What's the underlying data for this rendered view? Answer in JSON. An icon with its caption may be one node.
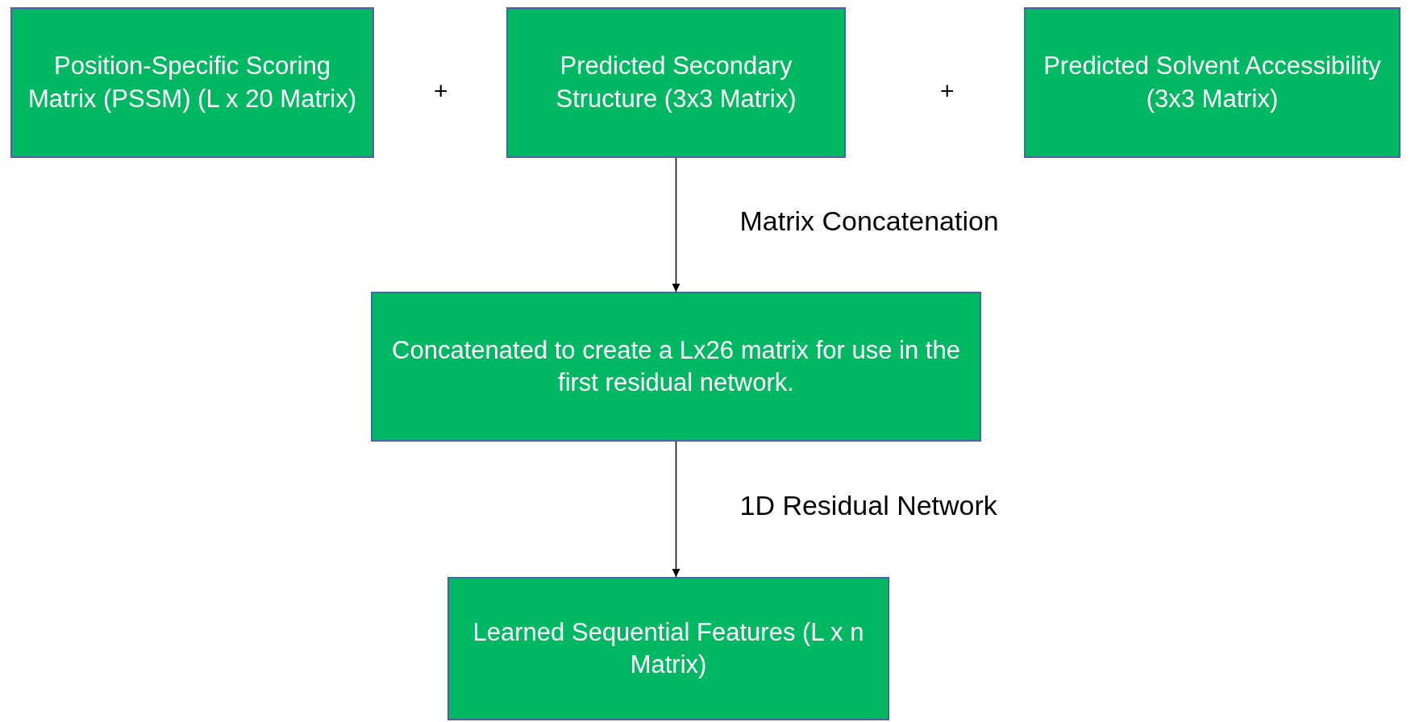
{
  "diagram": {
    "nodes": [
      {
        "text": [
          "Position-Specific Scoring Matrix (PSSM) (L x 20 Matrix)"
        ]
      },
      {
        "text": [
          "Predicted Secondary Structure (3x3 Matrix)"
        ]
      },
      {
        "text": [
          "Predicted Solvent Accessibility (3x3 Matrix)"
        ]
      },
      {
        "text": [
          "Concatenated to create a Lx26 matrix for use in the first residual network."
        ]
      },
      {
        "text": [
          "Learned Sequential Features (L x n Matrix)"
        ]
      }
    ],
    "edges": [
      {
        "from": 1,
        "to": 3,
        "arrow": "to",
        "label": "Matrix Concatenation"
      },
      {
        "from": 3,
        "to": 4,
        "arrow": "to",
        "label": "1D Residual Network"
      }
    ],
    "labels": [
      "+",
      "+"
    ]
  }
}
